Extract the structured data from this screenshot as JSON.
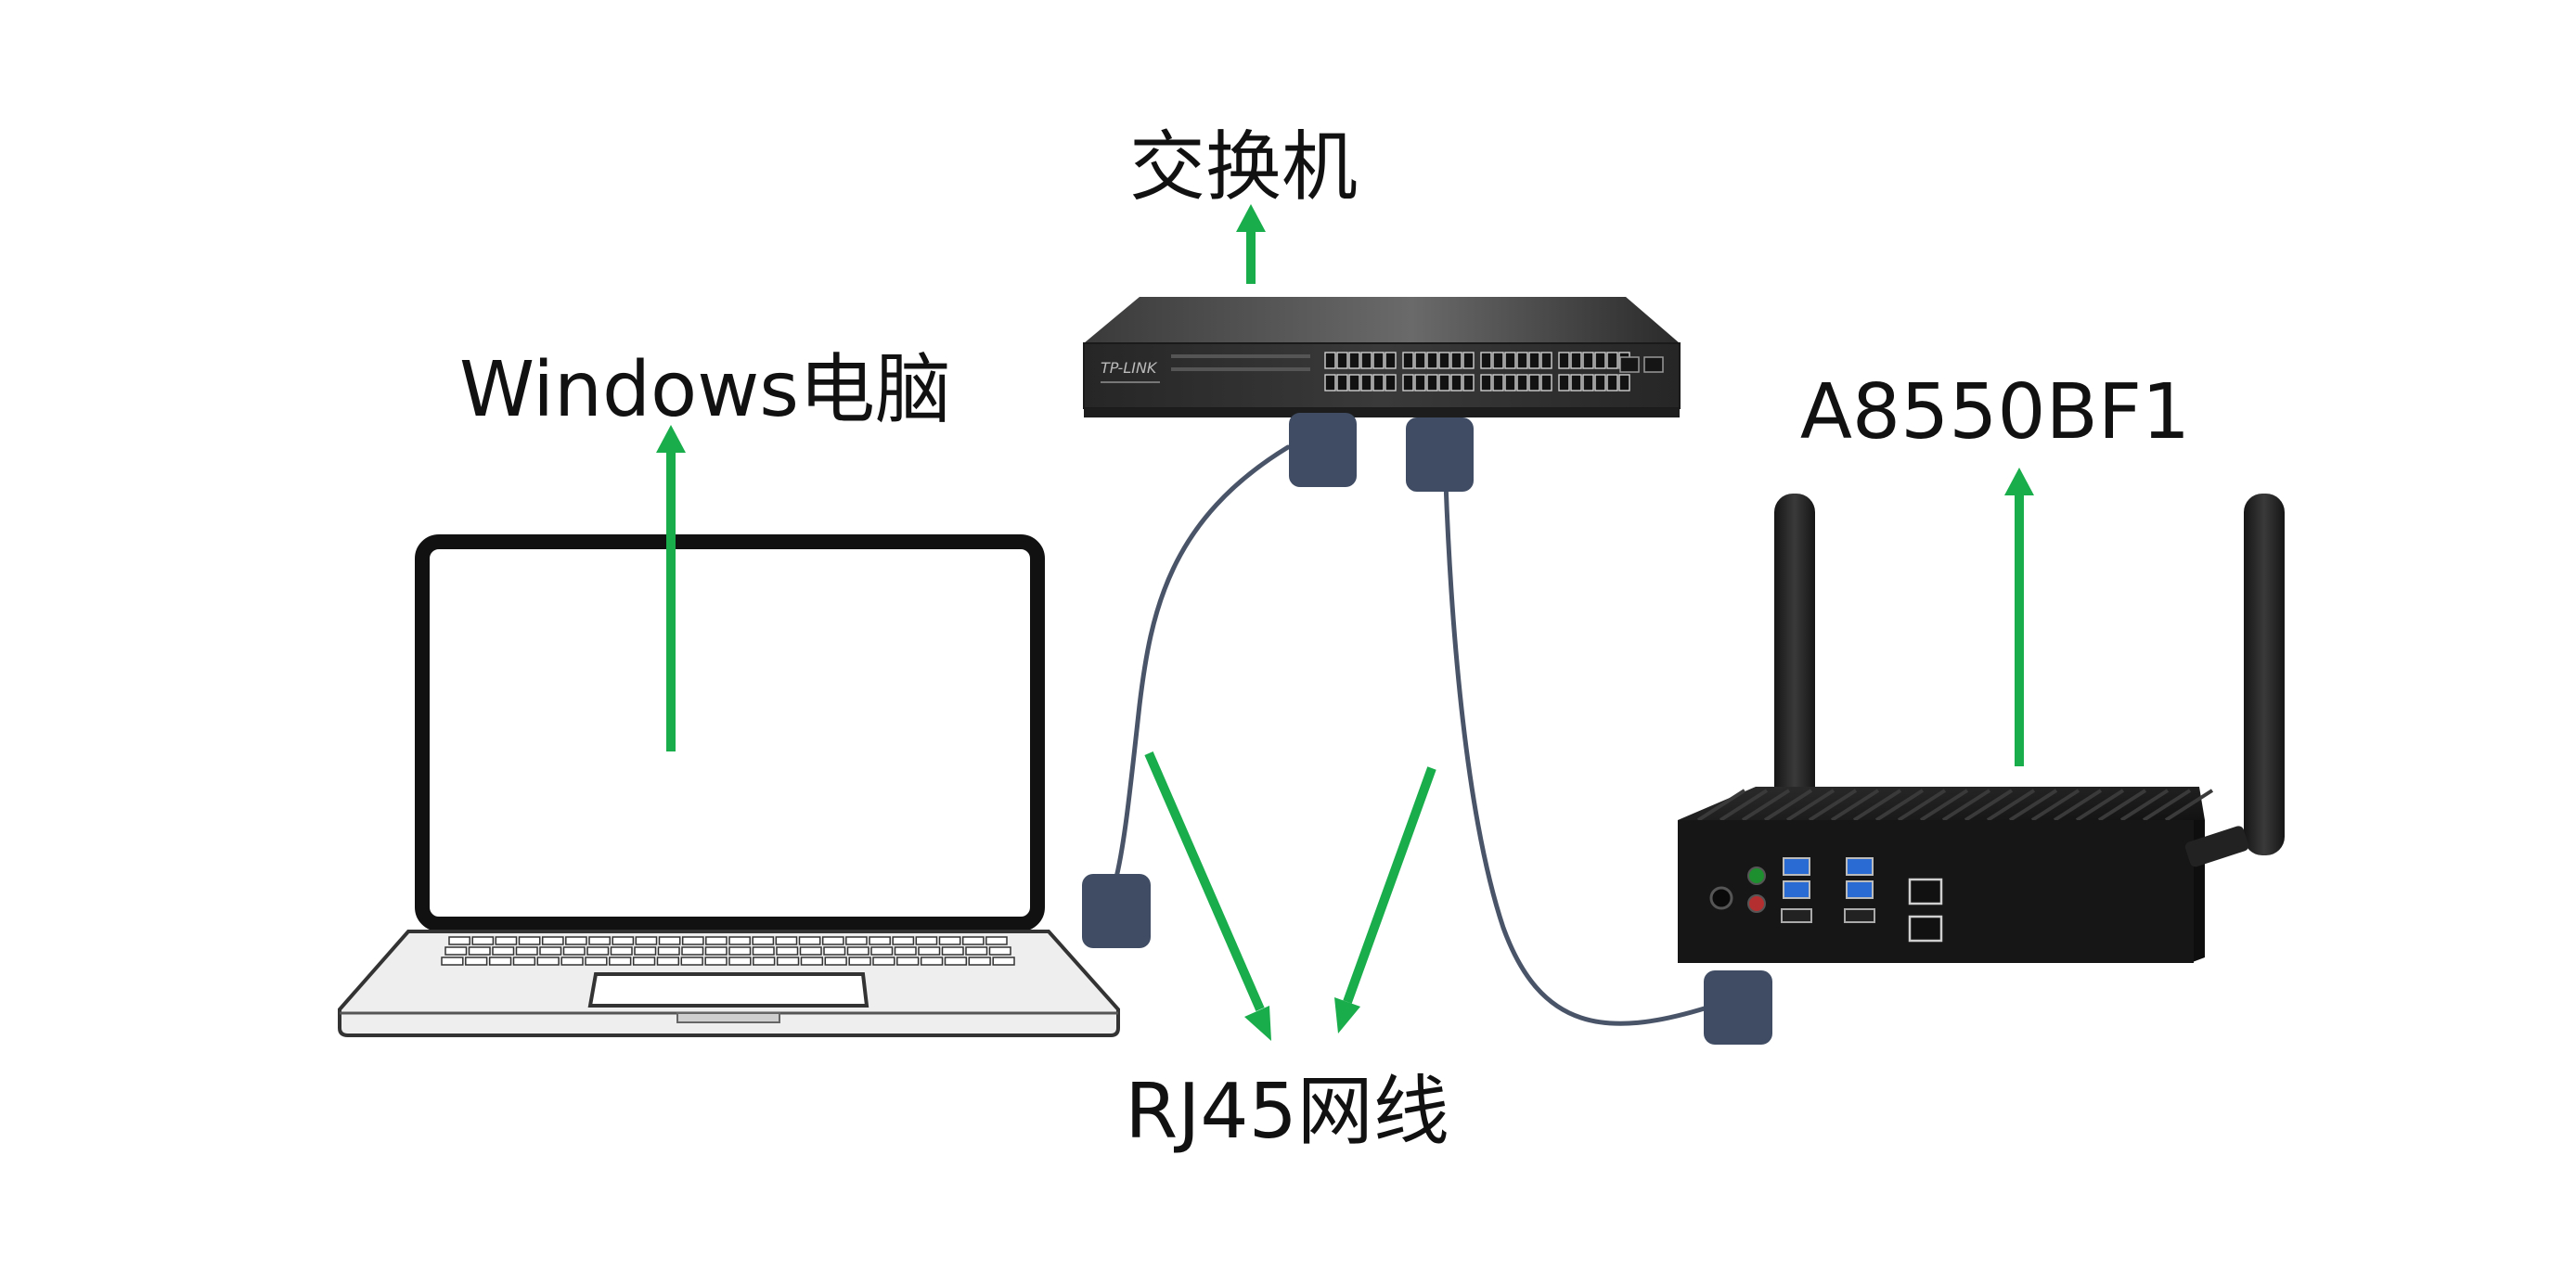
{
  "labels": {
    "switch": "交换机",
    "windows_pc": "Windows电脑",
    "device": "A8550BF1",
    "cable": "RJ45网线"
  },
  "switch_brand": "TP-LINK",
  "colors": {
    "arrow": "#1aad4b",
    "cable": "#4a5468",
    "connector": "#3f4c63",
    "laptop_outline": "#111111",
    "laptop_keyboard": "#e9e9e9",
    "switch_body": "#2b2b2b",
    "device_body": "#1c1c1c"
  },
  "icons": {
    "laptop": "laptop-icon",
    "switch": "network-switch-icon",
    "device": "wireless-router-icon"
  }
}
